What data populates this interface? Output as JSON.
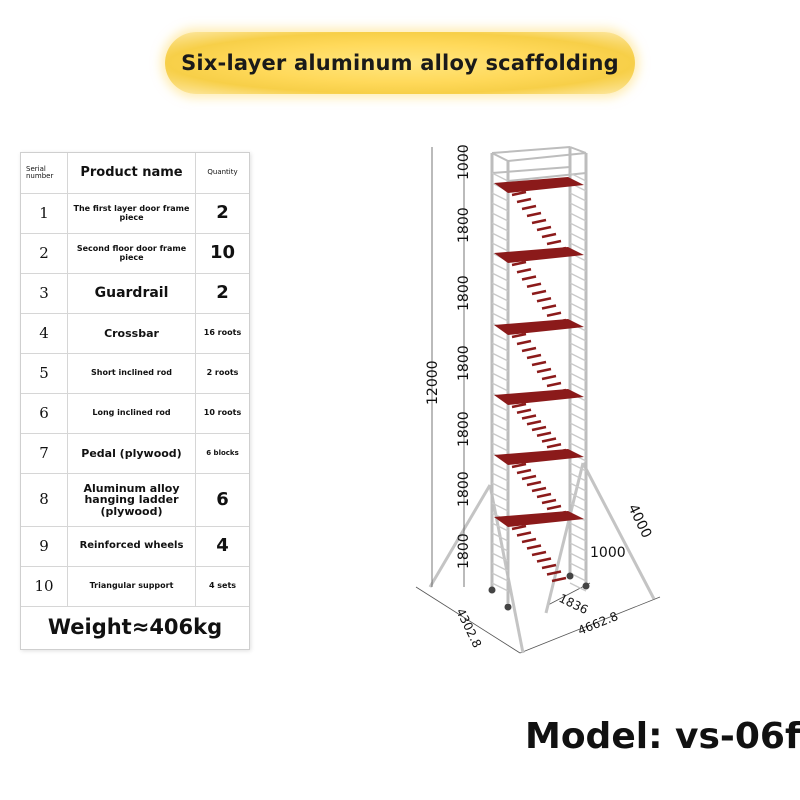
{
  "title": "Six-layer aluminum alloy scaffolding",
  "table": {
    "headers": {
      "serial": "Serial number",
      "name": "Product name",
      "quantity": "Quantity"
    },
    "rows": [
      {
        "num": "1",
        "name": "The first layer door frame piece",
        "qty": "2"
      },
      {
        "num": "2",
        "name": "Second floor door frame piece",
        "qty": "10"
      },
      {
        "num": "3",
        "name": "Guardrail",
        "qty": "2"
      },
      {
        "num": "4",
        "name": "Crossbar",
        "qty": "16 roots"
      },
      {
        "num": "5",
        "name": "Short inclined rod",
        "qty": "2 roots"
      },
      {
        "num": "6",
        "name": "Long inclined rod",
        "qty": "10 roots"
      },
      {
        "num": "7",
        "name": "Pedal (plywood)",
        "qty": "6 blocks"
      },
      {
        "num": "8",
        "name": "Aluminum alloy hanging ladder (plywood)",
        "qty": "6"
      },
      {
        "num": "9",
        "name": "Reinforced wheels",
        "qty": "4"
      },
      {
        "num": "10",
        "name": "Triangular support",
        "qty": "4 sets"
      }
    ],
    "weight": "Weight≈406kg"
  },
  "diagram": {
    "total_height": "12000",
    "top_section": "1000",
    "layer_height": "1800",
    "support_length": "4000",
    "support_offset": "1000",
    "base_width": "1836",
    "footprint_a": "4302.8",
    "footprint_b": "4662.8"
  },
  "model": "Model: vs-06f",
  "colors": {
    "title_bg": "#ffd95a",
    "pedal": "#8b1a1a",
    "frame": "#b8b8b8"
  }
}
